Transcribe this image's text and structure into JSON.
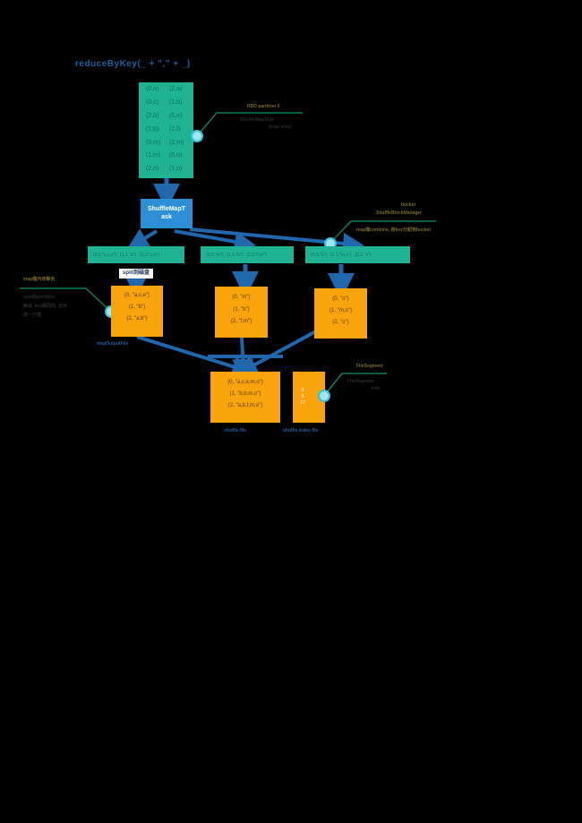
{
  "title": "reduceByKey(_ + \",\" + _)",
  "partition0": [
    [
      "(0,a)",
      "(2,a)"
    ],
    [
      "(0,c)",
      "(1,b)"
    ],
    [
      "(2,b)",
      "(0,e)"
    ],
    [
      "(1,b)",
      "(2,f)"
    ],
    [
      "(0,m)",
      "(2,m)"
    ],
    [
      "(1,m)",
      "(0,o)"
    ],
    [
      "(2,o)",
      "(1,o)"
    ]
  ],
  "notes": {
    "top_right_1": "RDD partition 0",
    "top_right_2": "ShuffleMapTask",
    "top_right_3": "(map side)",
    "mid_right_1": "bucket",
    "mid_right_2": "ShuffleBlockManager",
    "mid_right_3": "map端combine, 按key分配到bucket",
    "left_olive": "map端内存聚合",
    "left_1": "spill后partition",
    "left_2": "聚合, key相同的, 合并",
    "left_3": "成一个值",
    "bottom_right_1": "FileSegment",
    "bottom_right_2": "FileSegment",
    "bottom_right_3": "info",
    "bottom_label_left": "mapOutputFile",
    "bottom_label_center": "shuffle file",
    "bottom_label_right": "shuffle index file"
  },
  "task_label": "ShuffleMapTask",
  "buckets": [
    [
      "(0,0,\"a,c,e\")",
      "(1,1,\"b\")",
      "(2,2,\"a,b\")"
    ],
    [
      "(0,0,\"m\")",
      "(1,1,\"b\")",
      "(2,2,\"f,m\")"
    ],
    [
      "(0,0,\"o\")",
      "(1,1,\"m,o\")",
      "(2,2,\"o\")"
    ]
  ],
  "spill_tag": "spill到磁盘",
  "spill_boxes": [
    [
      "(0, \"a,c,e\")",
      "(1, \"b\")",
      "(2, \"a,b\")"
    ],
    [
      "(0, \"m\")",
      "(1, \"b\")",
      "(2, \"f,m\")"
    ],
    [
      "(0, \"o\")",
      "(1, \"m,o\")",
      "(2, \"o\")"
    ]
  ],
  "merged": [
    "(0, \"a,c,e,m,o\")",
    "(1, \"b,b,m,o\")",
    "(2, \"a,b,f,m,o\")"
  ],
  "index": [
    "0",
    "9",
    "17"
  ]
}
